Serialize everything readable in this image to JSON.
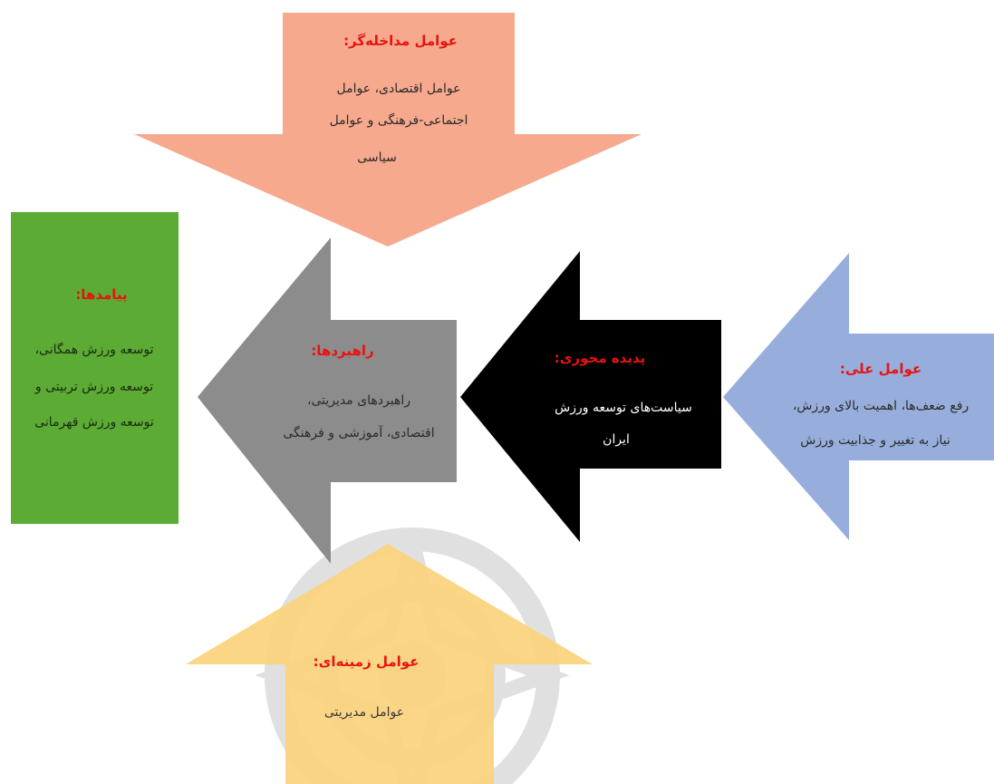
{
  "colors": {
    "title_red": "#e8130f",
    "intervening_fill": "#f6a98d",
    "causal_fill": "#97aedc",
    "core_fill": "#000000",
    "strategies_fill": "#8c8c8c",
    "outcomes_fill": "#5cab35",
    "context_fill": "#fbd37c",
    "watermark": "#c8c8c8",
    "dark_text": "#222222",
    "light_text": "#ffffff"
  },
  "intervening": {
    "title": "عوامل مداخله‌گر:",
    "lines": [
      "عوامل اقتصادی، عوامل",
      "اجتماعی-فرهنگی و عوامل",
      "سیاسی"
    ]
  },
  "causal": {
    "title": "عوامل علی:",
    "lines": [
      "رفع ضعف‌ها، اهمیت بالای ورزش،",
      "نیاز به تغییر و جذابیت ورزش"
    ]
  },
  "core": {
    "title": "پدیده محوری:",
    "lines": [
      "سیاست‌های توسعه ورزش",
      "ایران"
    ]
  },
  "strategies": {
    "title": "راهبردها:",
    "lines": [
      "راهبردهای مدیریتی،",
      "اقتصادی، آموزشی و فرهنگی"
    ]
  },
  "outcomes": {
    "title": "پیامدها:",
    "lines": [
      "توسعه ورزش همگانی،",
      "توسعه ورزش تربیتی و",
      "توسعه ورزش قهرمانی"
    ]
  },
  "context": {
    "title": "عوامل زمینه‌ای:",
    "lines": [
      "عوامل مدیریتی"
    ]
  }
}
